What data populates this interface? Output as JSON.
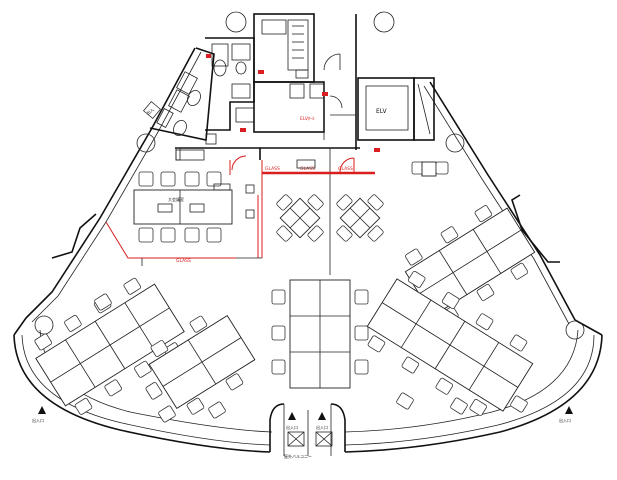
{
  "colors": {
    "wall": "#111111",
    "partition": "#d81e1e",
    "glass_line": "#e2401e"
  },
  "labels": {
    "elv": "ELV",
    "conference": "大会議室",
    "glass_top": "GLASS",
    "glass_mid": "GLASS",
    "glass_right": "GLASS",
    "glass_bottom": "GLASS",
    "elv_hall": "ELVﾎｰﾙ",
    "entrance_left": "出入口",
    "entrance_right": "出入口",
    "entrance_center_left": "出入口",
    "entrance_center_right": "出入口",
    "balcony": "屋外バルコニー"
  },
  "icons": {
    "column": "column-icon",
    "door": "door-swing-icon",
    "arrow_up": "arrow-up-icon",
    "chair": "chair-icon",
    "toilet": "toilet-icon"
  }
}
